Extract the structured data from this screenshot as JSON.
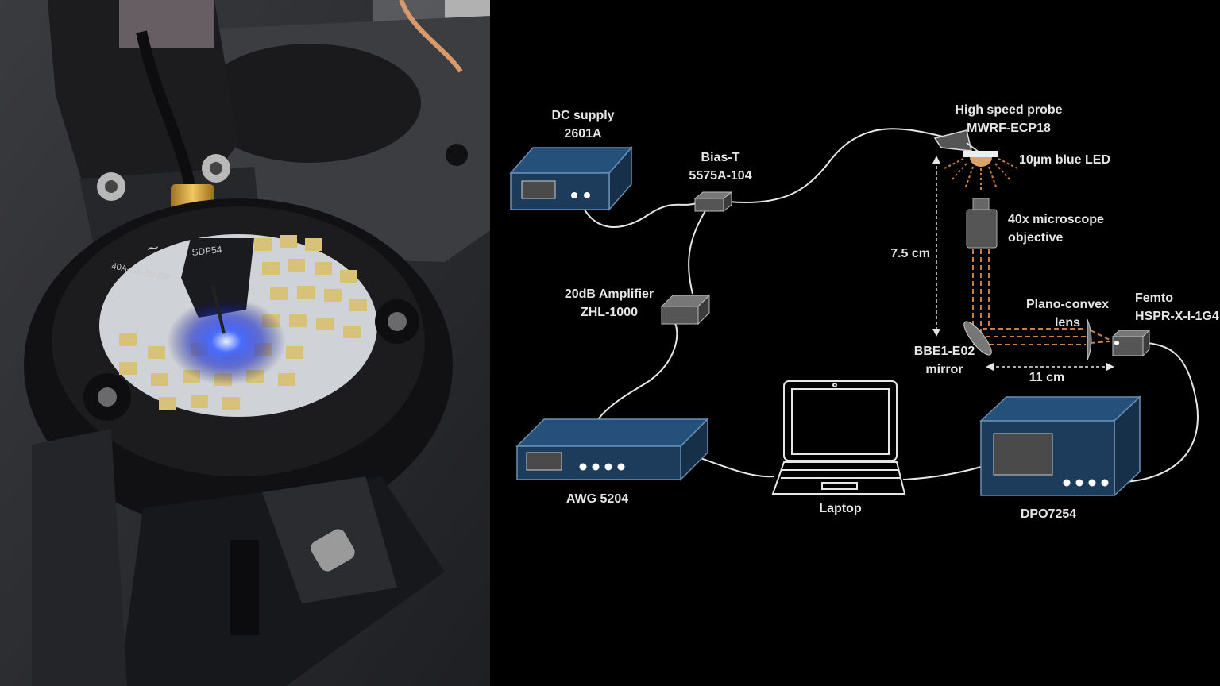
{
  "photo": {
    "probe_engraving_1": "SDP54",
    "probe_engraving_2": "40A-GS-50-DP"
  },
  "diagram": {
    "dc_supply": {
      "line1": "DC supply",
      "line2": "2601A"
    },
    "bias_t": {
      "line1": "Bias-T",
      "line2": "5575A-104"
    },
    "amplifier": {
      "line1": "20dB Amplifier",
      "line2": "ZHL-1000"
    },
    "awg": {
      "label": "AWG 5204"
    },
    "laptop": {
      "label": "Laptop"
    },
    "oscilloscope": {
      "label": "DPO7254"
    },
    "probe": {
      "line1": "High speed probe",
      "line2": "MWRF-ECP18"
    },
    "led": {
      "label": "10µm blue LED"
    },
    "objective": {
      "line1": "40x microscope",
      "line2": "objective"
    },
    "distance_vertical": "7.5 cm",
    "lens": {
      "line1": "Plano-convex",
      "line2": "lens"
    },
    "detector": {
      "line1": "Femto",
      "line2": "HSPR-X-I-1G4"
    },
    "mirror": {
      "line1": "BBE1-E02",
      "line2": "mirror"
    },
    "distance_horizontal": "11 cm",
    "colors": {
      "instrument_front": "#1d3c5c",
      "instrument_top": "#25507a",
      "instrument_edge": "#6a8fb5",
      "gray_box": "#555",
      "beam": "#c8804a",
      "wire": "#e6e6e6"
    }
  }
}
